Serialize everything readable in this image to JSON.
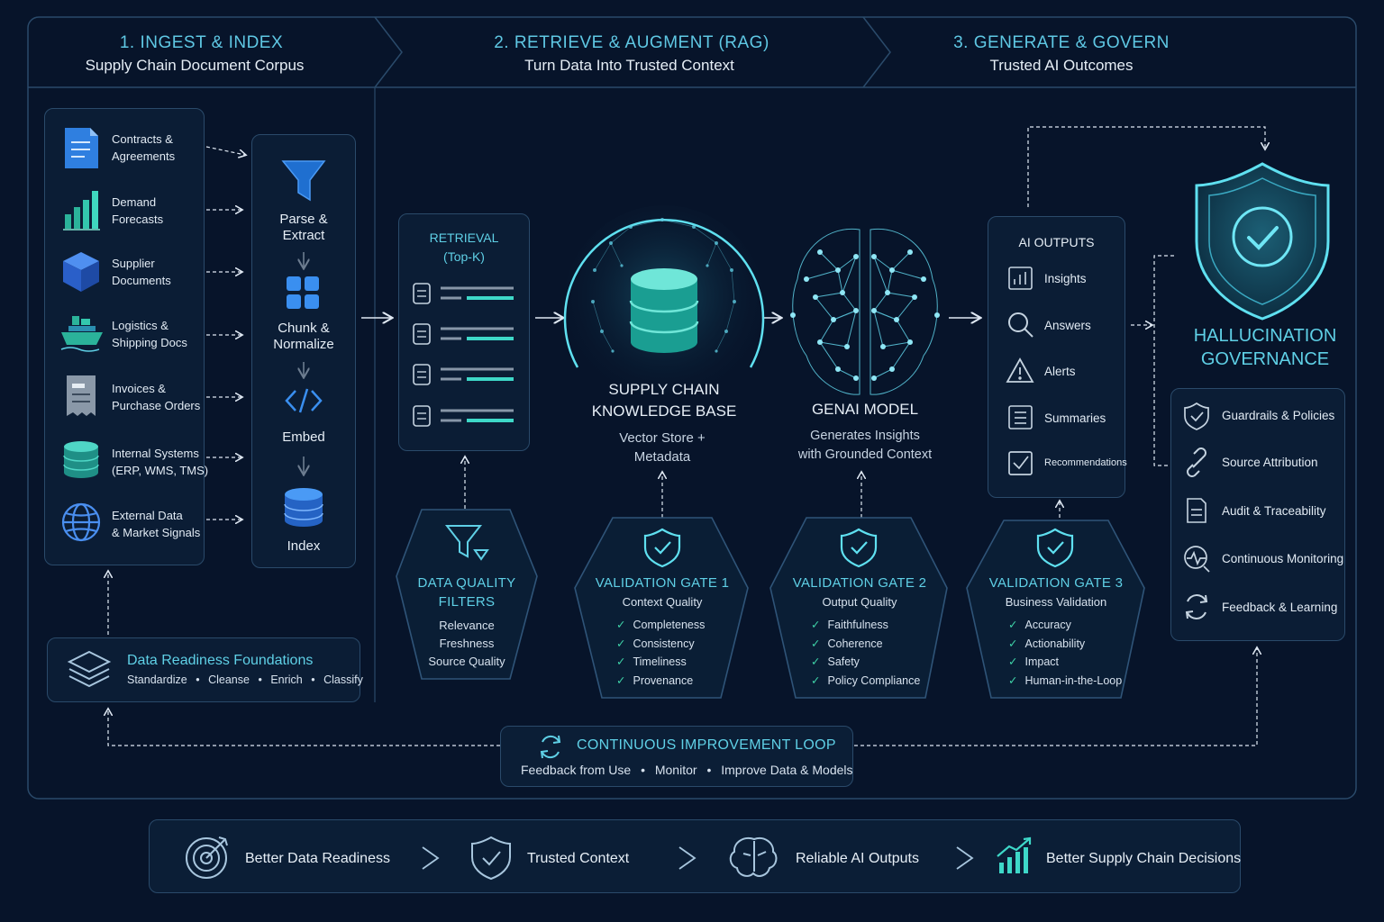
{
  "stages": [
    {
      "title": "1. INGEST & INDEX",
      "subtitle": "Supply Chain Document Corpus"
    },
    {
      "title": "2. RETRIEVE & AUGMENT (RAG)",
      "subtitle": "Turn Data Into Trusted Context"
    },
    {
      "title": "3. GENERATE & GOVERN",
      "subtitle": "Trusted AI Outcomes"
    }
  ],
  "sources": [
    {
      "label": "Contracts &\nAgreements",
      "icon": "document-icon"
    },
    {
      "label": "Demand\nForecasts",
      "icon": "bar-chart-icon"
    },
    {
      "label": "Supplier\nDocuments",
      "icon": "cube-icon"
    },
    {
      "label": "Logistics &\nShipping Docs",
      "icon": "ship-icon"
    },
    {
      "label": "Invoices &\nPurchase Orders",
      "icon": "receipt-icon"
    },
    {
      "label": "Internal Systems\n(ERP, WMS, TMS)",
      "icon": "database-icon"
    },
    {
      "label": "External Data\n& Market Signals",
      "icon": "globe-icon"
    }
  ],
  "pipeline_steps": [
    {
      "label": "Parse &\nExtract",
      "icon": "funnel-icon"
    },
    {
      "label": "Chunk &\nNormalize",
      "icon": "grid-icon"
    },
    {
      "label": "Embed",
      "icon": "code-icon"
    },
    {
      "label": "Index",
      "icon": "database-icon"
    }
  ],
  "readiness": {
    "title": "Data Readiness Foundations",
    "items": [
      "Standardize",
      "Cleanse",
      "Enrich",
      "Classify"
    ]
  },
  "retrieval": {
    "title": "RETRIEVAL\n(Top-K)"
  },
  "data_quality": {
    "title": "DATA QUALITY\nFILTERS",
    "items": [
      "Relevance",
      "Freshness",
      "Source Quality"
    ]
  },
  "knowledge_base": {
    "title": "SUPPLY CHAIN\nKNOWLEDGE BASE",
    "subtitle": "Vector Store +\nMetadata"
  },
  "genai": {
    "title": "GENAI MODEL",
    "subtitle": "Generates Insights\nwith Grounded Context"
  },
  "gates": [
    {
      "title": "VALIDATION GATE 1",
      "subtitle": "Context Quality",
      "items": [
        "Completeness",
        "Consistency",
        "Timeliness",
        "Provenance"
      ]
    },
    {
      "title": "VALIDATION GATE 2",
      "subtitle": "Output Quality",
      "items": [
        "Faithfulness",
        "Coherence",
        "Safety",
        "Policy Compliance"
      ]
    },
    {
      "title": "VALIDATION GATE 3",
      "subtitle": "Business Validation",
      "items": [
        "Accuracy",
        "Actionability",
        "Impact",
        "Human-in-the-Loop"
      ]
    }
  ],
  "ai_outputs": {
    "title": "AI OUTPUTS",
    "items": [
      {
        "label": "Insights",
        "icon": "chart-icon"
      },
      {
        "label": "Answers",
        "icon": "search-icon"
      },
      {
        "label": "Alerts",
        "icon": "warning-icon"
      },
      {
        "label": "Summaries",
        "icon": "list-icon"
      },
      {
        "label": "Recommendations",
        "icon": "checkbox-icon"
      }
    ]
  },
  "governance": {
    "title": "HALLUCINATION\nGOVERNANCE",
    "items": [
      {
        "label": "Guardrails & Policies",
        "icon": "shield-check-icon"
      },
      {
        "label": "Source Attribution",
        "icon": "link-icon"
      },
      {
        "label": "Audit & Traceability",
        "icon": "document-icon"
      },
      {
        "label": "Continuous Monitoring",
        "icon": "monitor-pulse-icon"
      },
      {
        "label": "Feedback & Learning",
        "icon": "refresh-icon"
      }
    ]
  },
  "improvement_loop": {
    "title": "CONTINUOUS IMPROVEMENT LOOP",
    "items": [
      "Feedback from Use",
      "Monitor",
      "Improve Data & Models"
    ]
  },
  "outcomes": [
    {
      "label": "Better Data Readiness",
      "icon": "target-icon"
    },
    {
      "label": "Trusted Context",
      "icon": "shield-check-icon"
    },
    {
      "label": "Reliable AI Outputs",
      "icon": "brain-icon"
    },
    {
      "label": "Better Supply Chain Decisions",
      "icon": "growth-chart-icon"
    }
  ],
  "colors": {
    "background": "#07142a",
    "accent": "#5fd0e6",
    "border": "#2a4a6a",
    "check": "#3fd3a8"
  }
}
